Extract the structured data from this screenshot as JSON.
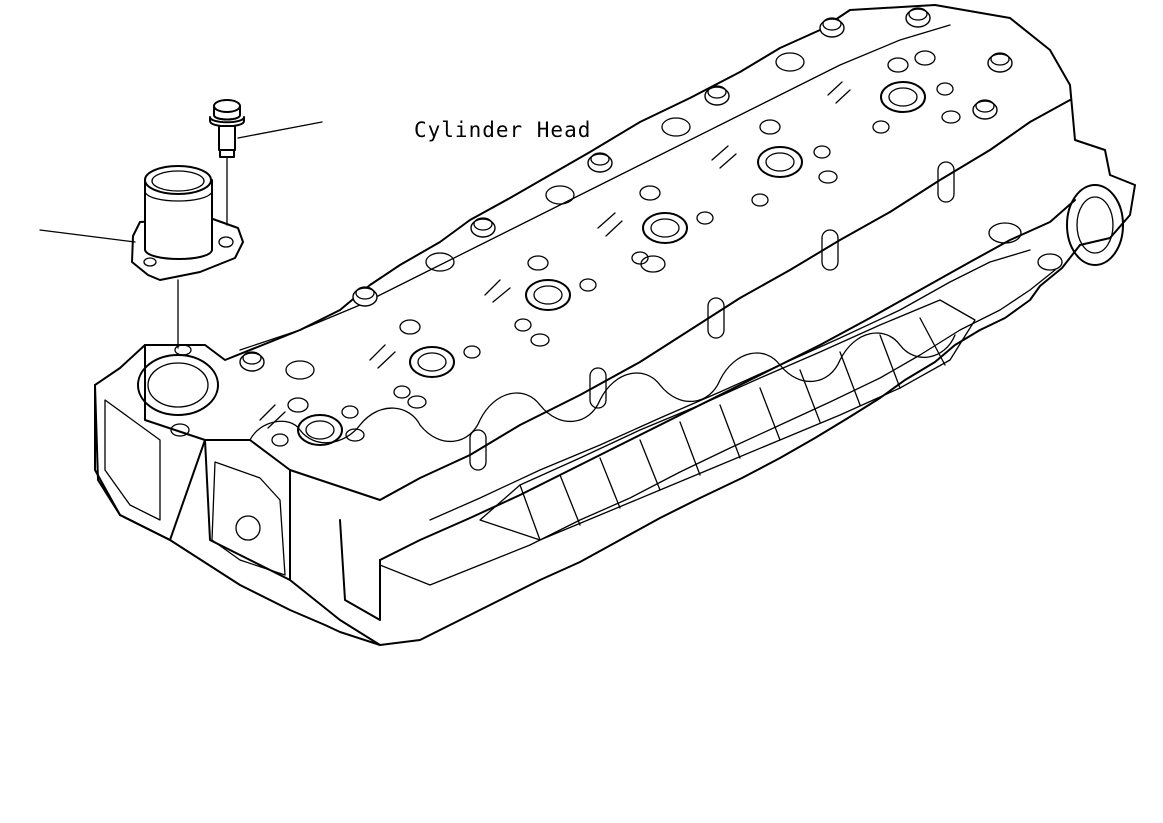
{
  "diagram": {
    "parts": [
      {
        "id": "cylinder-head",
        "label": "Cylinder Head"
      },
      {
        "id": "water-outlet-connector",
        "label": ""
      },
      {
        "id": "flange-bolt",
        "label": ""
      }
    ]
  }
}
